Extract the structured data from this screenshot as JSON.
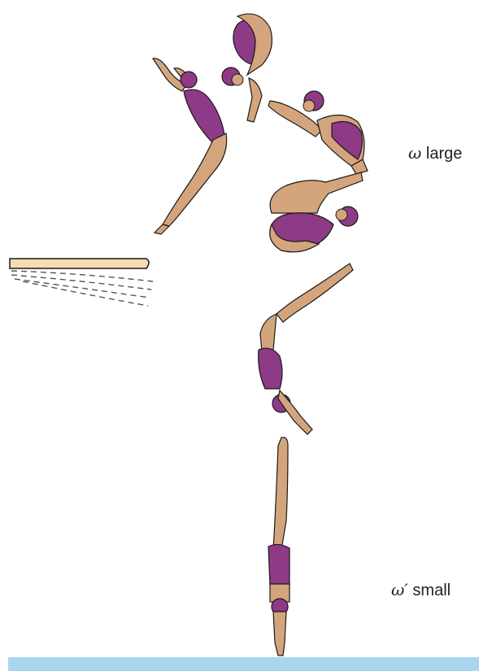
{
  "labels": {
    "top": {
      "symbol": "ω",
      "text": "large"
    },
    "bottom": {
      "symbol": "ω′",
      "text": "small"
    }
  },
  "colors": {
    "skin": "#d4a57c",
    "suit": "#8e3a86",
    "outline": "#1a1a1a",
    "board": "#f6dcb4",
    "water": "#a9d6ee",
    "motion_lines": "#555555"
  },
  "diver_positions": [
    "layout",
    "tuck",
    "tuck",
    "tuck",
    "pike",
    "straight"
  ]
}
